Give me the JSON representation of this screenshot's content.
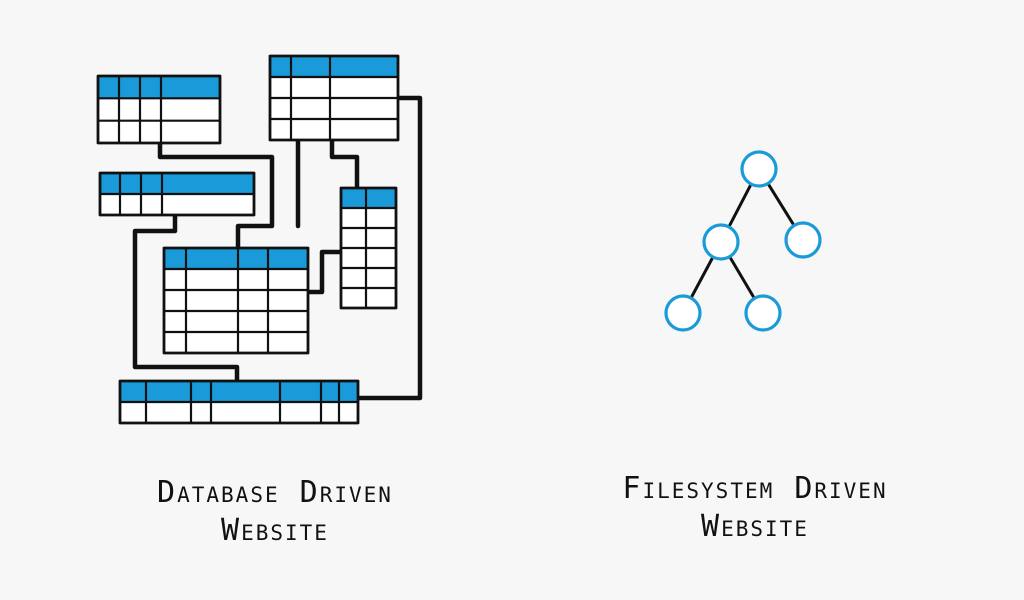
{
  "left_panel": {
    "caption_line1": "Database Driven",
    "caption_line2": "Website"
  },
  "right_panel": {
    "caption_line1": "Filesystem Driven",
    "caption_line2": "Website"
  },
  "colors": {
    "table_header": "#1a9ad9",
    "ink": "#111111",
    "tree_node": "#1a9ad9",
    "background": "#f7f7f7"
  }
}
